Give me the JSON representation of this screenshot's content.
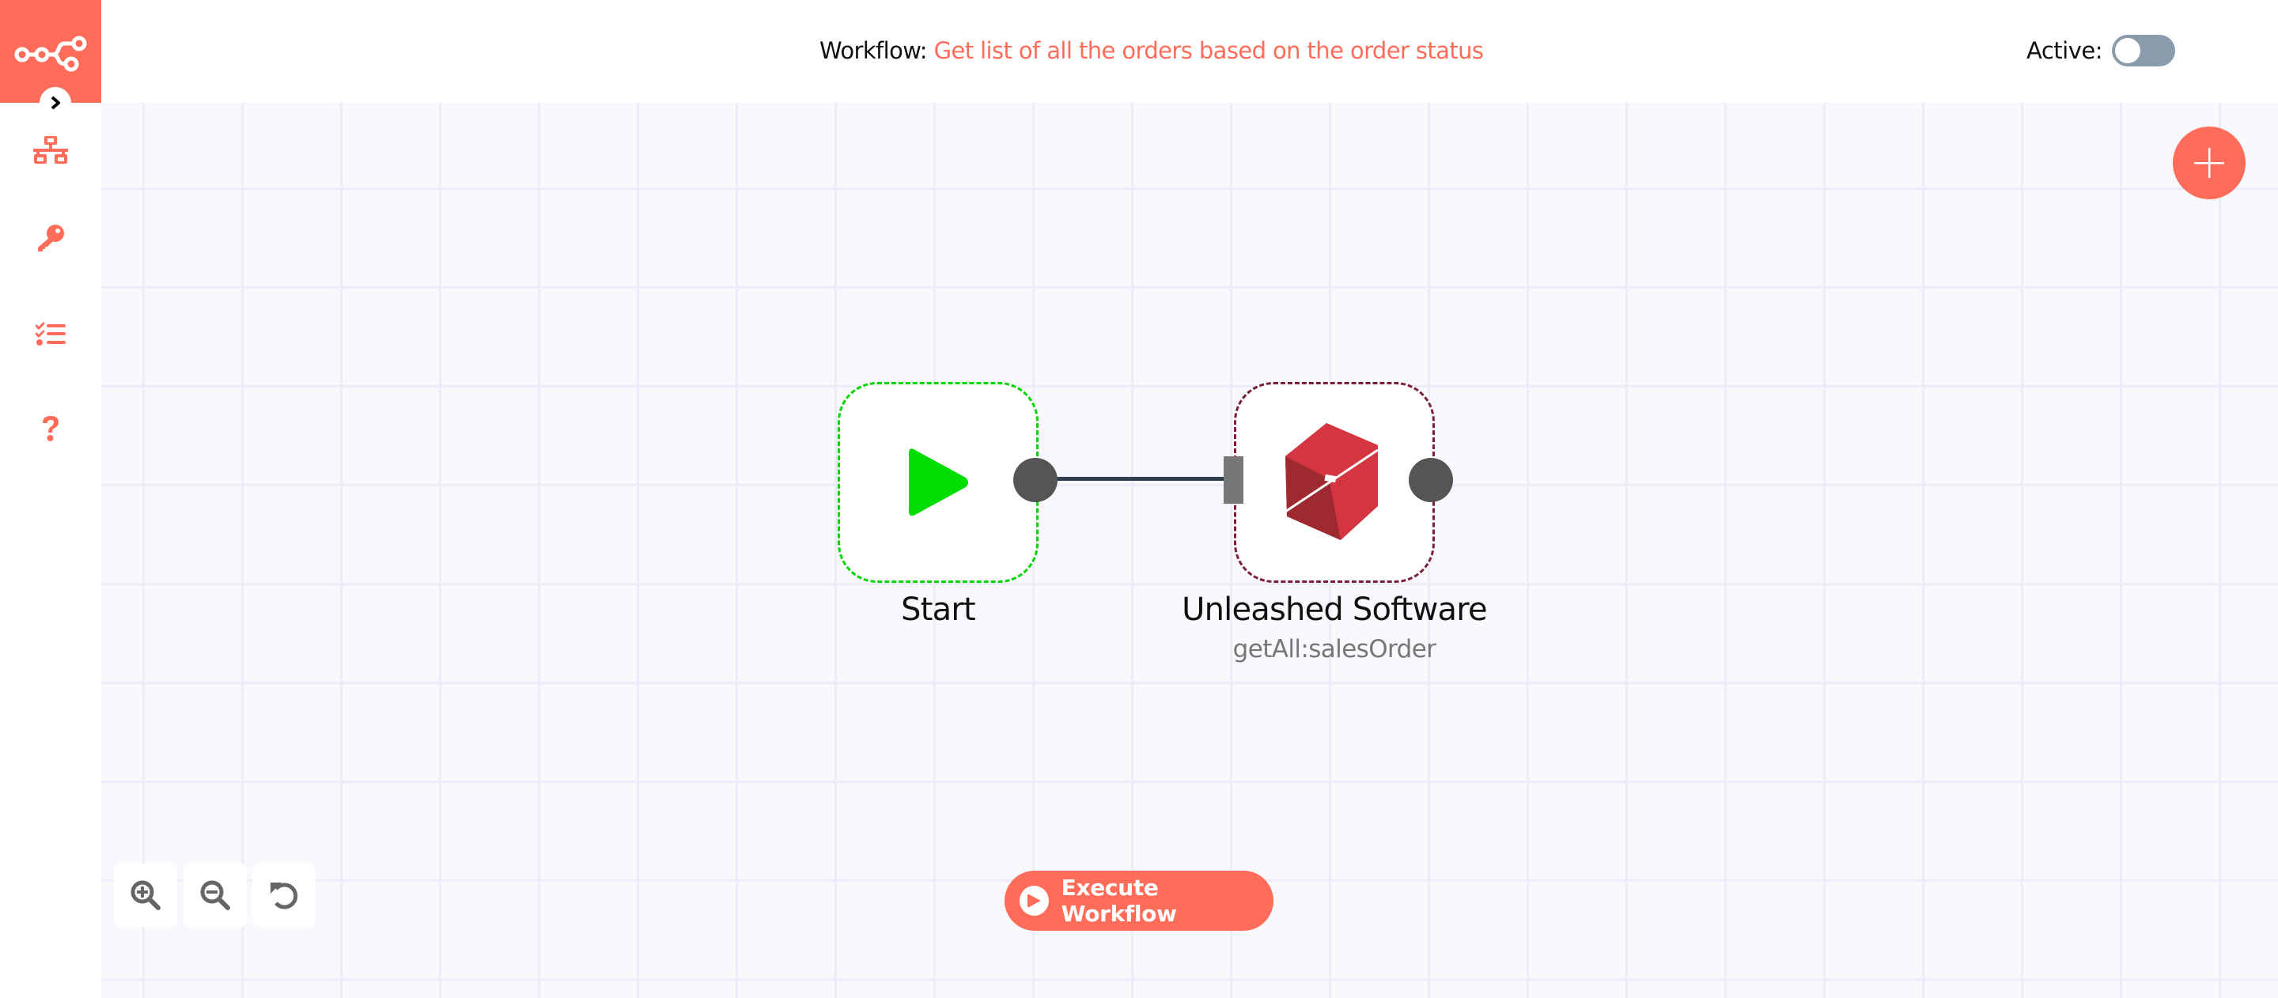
{
  "header": {
    "workflow_label": "Workflow:",
    "workflow_name": "Get list of all the orders based on the order status",
    "active_label": "Active:",
    "active": false
  },
  "sidebar": {
    "logo": "n8n-logo-icon",
    "collapse": "chevron-right-icon",
    "items": [
      {
        "name": "workflows",
        "icon": "network-icon"
      },
      {
        "name": "credentials",
        "icon": "key-icon"
      },
      {
        "name": "executions",
        "icon": "tasks-list-icon"
      },
      {
        "name": "help",
        "icon": "question-icon"
      }
    ]
  },
  "nodes": [
    {
      "id": "start",
      "title": "Start",
      "subtitle": "",
      "icon": "play-icon",
      "border_color": "#00d600"
    },
    {
      "id": "unleashed",
      "title": "Unleashed Software",
      "subtitle": "getAll:salesOrder",
      "icon": "unleashed-cube-icon",
      "border_color": "#7a1f3d"
    }
  ],
  "connections": [
    {
      "from": "Start",
      "to": "Unleashed Software"
    }
  ],
  "controls": {
    "zoom_in": "zoom-in-icon",
    "zoom_out": "zoom-out-icon",
    "reset": "reset-zoom-icon",
    "execute_label": "Execute Workflow",
    "add_node": "plus-icon"
  },
  "colors": {
    "accent": "#ff6d5a",
    "canvas_bg": "#f8f8fd",
    "grid": "#ececfa",
    "edge": "#2f4050",
    "handle": "#555555",
    "toggle_off": "#8a9bab"
  }
}
